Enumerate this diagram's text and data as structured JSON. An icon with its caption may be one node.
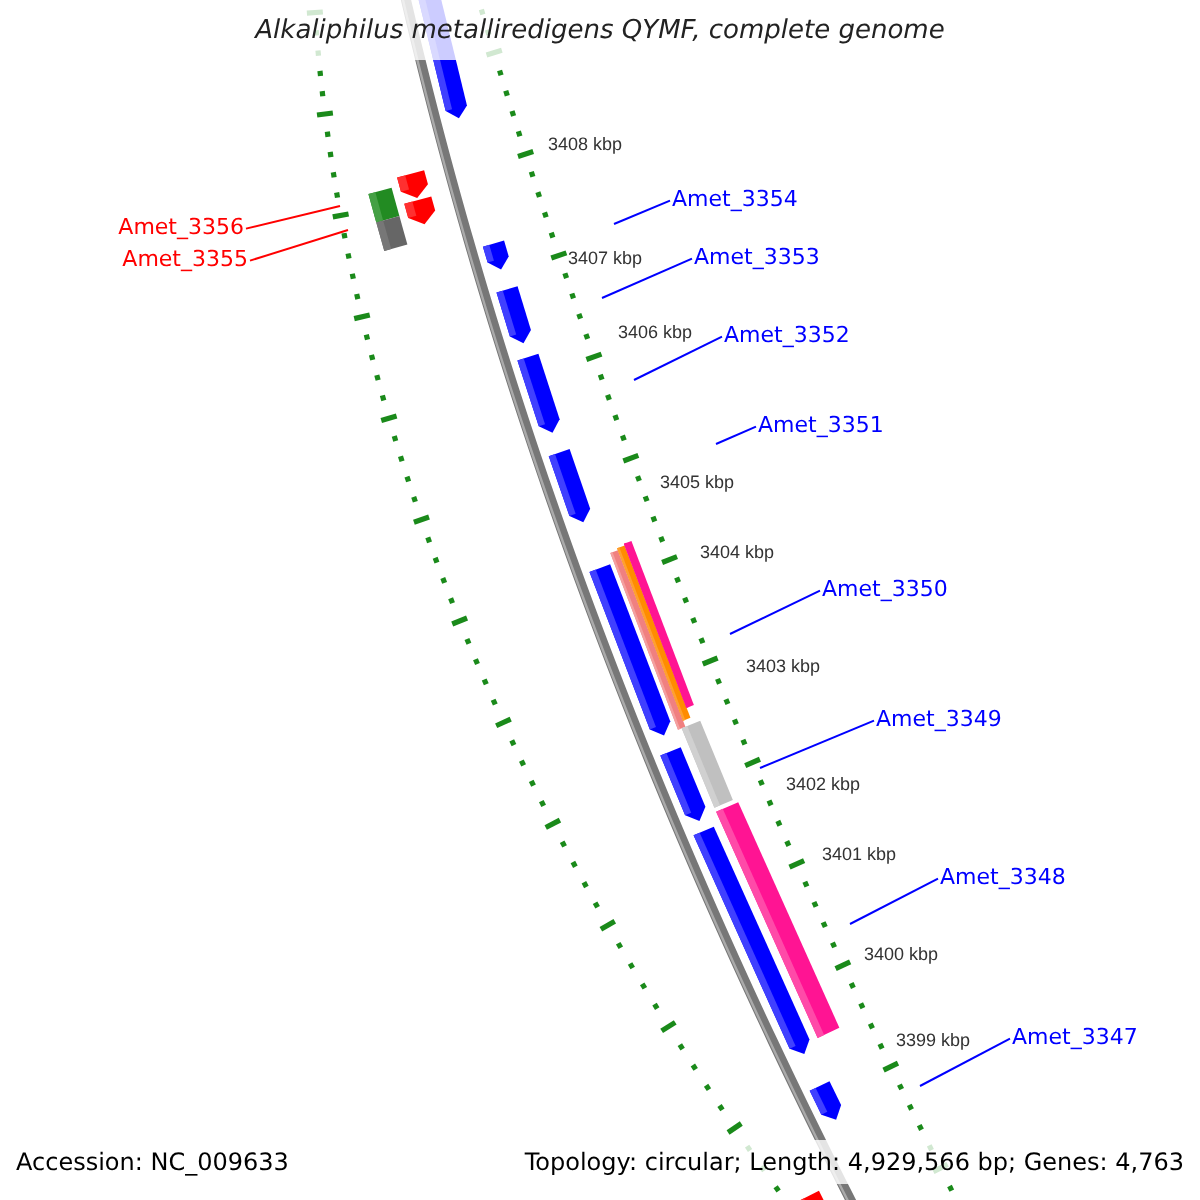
{
  "diagram": {
    "title": "Alkaliphilus metalliredigens QYMF, complete genome",
    "nodes": [
      {
        "text": [
          "Amet_3354"
        ]
      },
      {
        "text": [
          "Amet_3356"
        ]
      },
      {
        "text": [
          "Amet_3353"
        ]
      },
      {
        "text": [
          "Amet_3355"
        ]
      },
      {
        "text": [
          "Amet_3352"
        ]
      },
      {
        "text": [
          "Amet_3351"
        ]
      },
      {
        "text": [
          "Amet_3350"
        ]
      },
      {
        "text": [
          "Amet_3349"
        ]
      },
      {
        "text": [
          "Amet_3348"
        ]
      },
      {
        "text": [
          "Amet_3347"
        ]
      }
    ],
    "edges": [
      {
        "from": 0,
        "to": null,
        "arrow": "none"
      },
      {
        "from": 1,
        "to": null,
        "arrow": "none",
        "color": "#ff0000"
      },
      {
        "from": 2,
        "to": null,
        "arrow": "none"
      },
      {
        "from": 3,
        "to": null,
        "arrow": "none",
        "color": "#ff0000"
      },
      {
        "from": 4,
        "to": null,
        "arrow": "none"
      },
      {
        "from": 5,
        "to": null,
        "arrow": "none"
      },
      {
        "from": 6,
        "to": null,
        "arrow": "none"
      },
      {
        "from": 7,
        "to": null,
        "arrow": "none"
      },
      {
        "from": 8,
        "to": null,
        "arrow": "none"
      },
      {
        "from": 9,
        "to": null,
        "arrow": "none"
      }
    ],
    "labels": [
      "3408 kbp",
      "3407 kbp",
      "3406 kbp",
      "3405 kbp",
      "3404 kbp",
      "3403 kbp",
      "3402 kbp",
      "3401 kbp",
      "3400 kbp",
      "3399 kbp",
      "Accession: NC_009633",
      "Topology: circular; Length: 4,929,566 bp; Genes: 4,763"
    ]
  }
}
